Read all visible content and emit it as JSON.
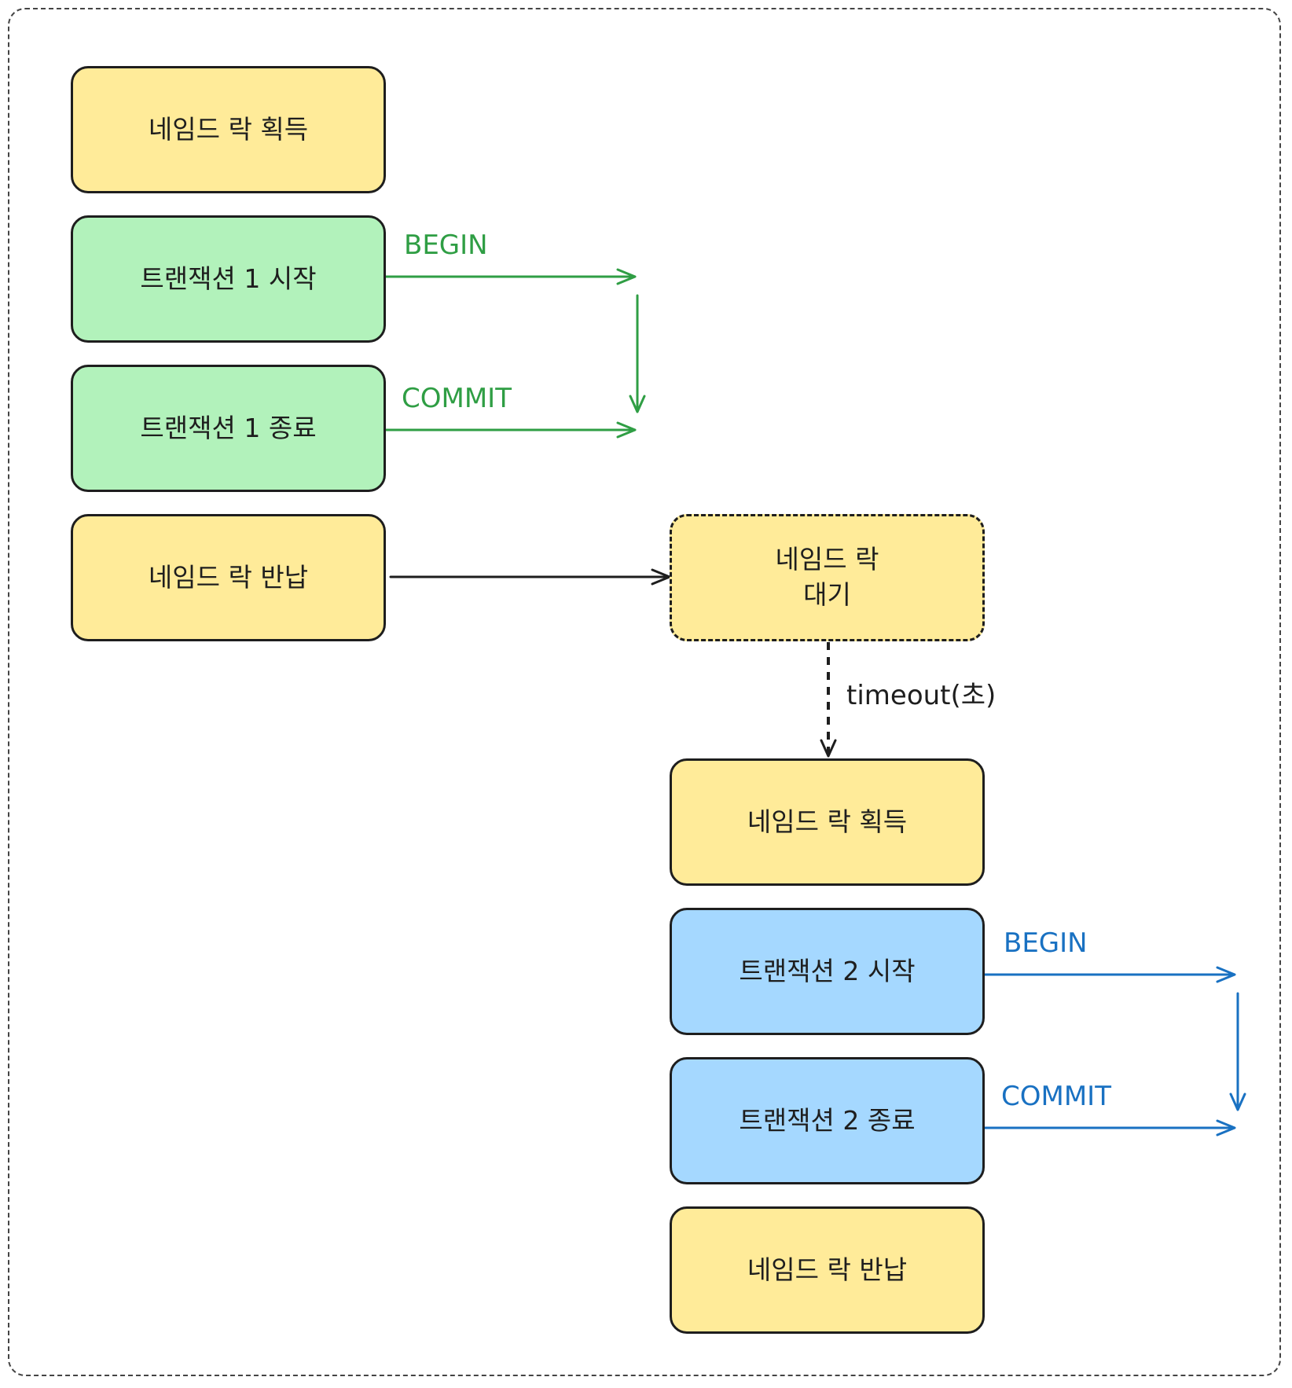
{
  "colors": {
    "lock": "#ffeb99",
    "tx1": "#b2f2bb",
    "tx2": "#a5d8ff",
    "tx1_stroke": "#2f9e44",
    "tx2_stroke": "#1971c2",
    "neutral_stroke": "#1e1e1e"
  },
  "session1": {
    "acquire": "네임드 락 획득",
    "tx_begin": "트랜잭션 1 시작",
    "tx_end": "트랜잭션 1 종료",
    "release": "네임드 락 반납",
    "begin_label": "BEGIN",
    "commit_label": "COMMIT"
  },
  "session2": {
    "wait_line1": "네임드 락",
    "wait_line2": "대기",
    "timeout_label": "timeout(초)",
    "acquire": "네임드 락 획득",
    "tx_begin": "트랜잭션 2 시작",
    "tx_end": "트랜잭션 2 종료",
    "release": "네임드 락 반납",
    "begin_label": "BEGIN",
    "commit_label": "COMMIT"
  }
}
